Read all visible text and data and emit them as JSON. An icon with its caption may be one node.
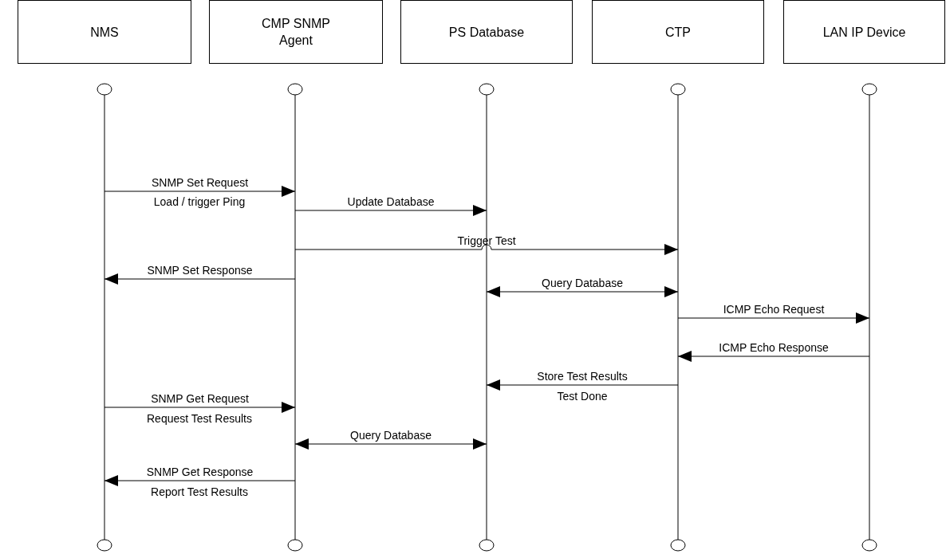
{
  "diagram": {
    "nodes": [
      {
        "text": [
          "NMS"
        ]
      },
      {
        "text": [
          "CMP SNMP Agent"
        ]
      },
      {
        "text": [
          "PS Database"
        ]
      },
      {
        "text": [
          "CTP"
        ]
      },
      {
        "text": [
          "LAN IP Device"
        ]
      },
      {
        "text": [],
        "shape": "lifeline"
      },
      {
        "text": [],
        "shape": "lifeline"
      },
      {
        "text": [],
        "shape": "lifeline"
      },
      {
        "text": [],
        "shape": "lifeline"
      },
      {
        "text": [],
        "shape": "lifeline"
      }
    ],
    "edges": [
      {
        "from": 5,
        "to": 6,
        "arrow": "to",
        "label": "SNMP Set Request"
      },
      {
        "from": 6,
        "to": 7,
        "arrow": "to",
        "label": "Update Database"
      },
      {
        "from": 6,
        "to": 8,
        "arrow": "to",
        "label": "Trigger Test"
      },
      {
        "from": 6,
        "to": 5,
        "arrow": "to",
        "label": "SNMP Set Response"
      },
      {
        "from": 7,
        "to": 8,
        "arrow": "both",
        "label": "Query Database"
      },
      {
        "from": 8,
        "to": 9,
        "arrow": "to",
        "label": "ICMP Echo Request"
      },
      {
        "from": 9,
        "to": 8,
        "arrow": "to",
        "label": "ICMP Echo Response"
      },
      {
        "from": 8,
        "to": 7,
        "arrow": "to",
        "label": "Store Test Results"
      },
      {
        "from": 5,
        "to": 6,
        "arrow": "to",
        "label": "SNMP Get Request"
      },
      {
        "from": 6,
        "to": 7,
        "arrow": "both",
        "label": "Query Database"
      },
      {
        "from": 6,
        "to": 5,
        "arrow": "to",
        "label": "SNMP Get Response"
      }
    ],
    "labels": [
      "Load / trigger Ping",
      "Test Done",
      "Request Test Results",
      "Report Test Results"
    ]
  }
}
